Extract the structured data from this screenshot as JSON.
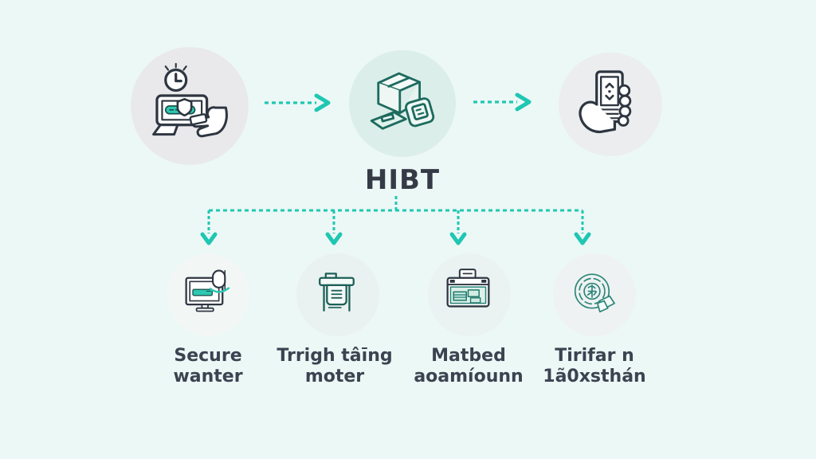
{
  "colors": {
    "background": "#ecf8f6",
    "accent_teal": "#1fc7b2",
    "title_text": "#343b46",
    "label_text": "#3b4351",
    "icon_dark_outline": "#2e3641",
    "icon_teal_outline": "#1d6a5f",
    "teal_fill": "#2ec8b3"
  },
  "title": {
    "text": "HIBT"
  },
  "top_flow": {
    "steps": [
      {
        "icon": "laptop-clock-shield-icon",
        "circle_color": "#e9e9eb"
      },
      {
        "icon": "package-card-qr-icon",
        "circle_color": "#dceee9"
      },
      {
        "icon": "hand-holding-phone-icon",
        "circle_color": "#ebedee"
      }
    ],
    "connector_icon": "dashed-arrow-right-icon"
  },
  "tree": {
    "connector_icon": "dashed-branch-arrows-icon"
  },
  "branches": [
    {
      "icon": "secure-monitor-lock-icon",
      "circle_color": "#f2f7f6",
      "label_line1": "Secure",
      "label_line2": "wanter"
    },
    {
      "icon": "printer-icon",
      "circle_color": "#e9f2f0",
      "label_line1": "Trrigh tâīng",
      "label_line2": "moter"
    },
    {
      "icon": "cash-drawer-icon",
      "circle_color": "#eaf3f2",
      "label_line1": "Matbed",
      "label_line2": "aoamíounn"
    },
    {
      "icon": "seal-ribbon-icon",
      "circle_color": "#eef2f3",
      "label_line1": "Tirifar n",
      "label_line2": "1ã0xsthán"
    }
  ]
}
